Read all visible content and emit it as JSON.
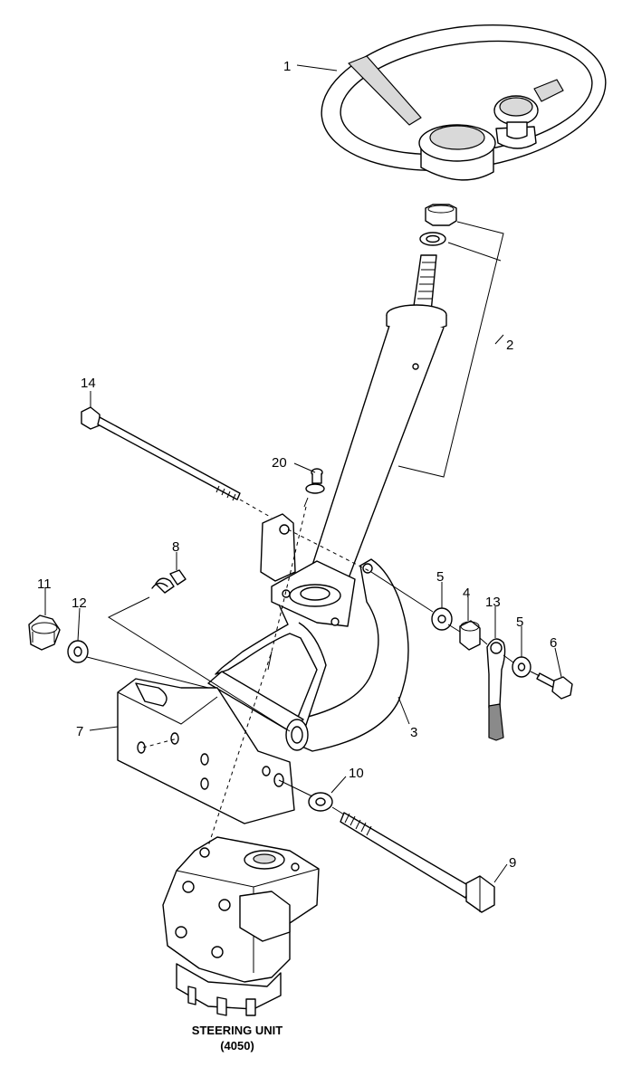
{
  "callouts": {
    "c1": "1",
    "c2": "2",
    "c3": "3",
    "c4": "4",
    "c5a": "5",
    "c5b": "5",
    "c6": "6",
    "c7": "7",
    "c8": "8",
    "c9": "9",
    "c10": "10",
    "c11": "11",
    "c12": "12",
    "c13": "13",
    "c14": "14",
    "c20": "20"
  },
  "steering_unit": {
    "line1": "STEERING UNIT",
    "line2": "(4050)"
  }
}
